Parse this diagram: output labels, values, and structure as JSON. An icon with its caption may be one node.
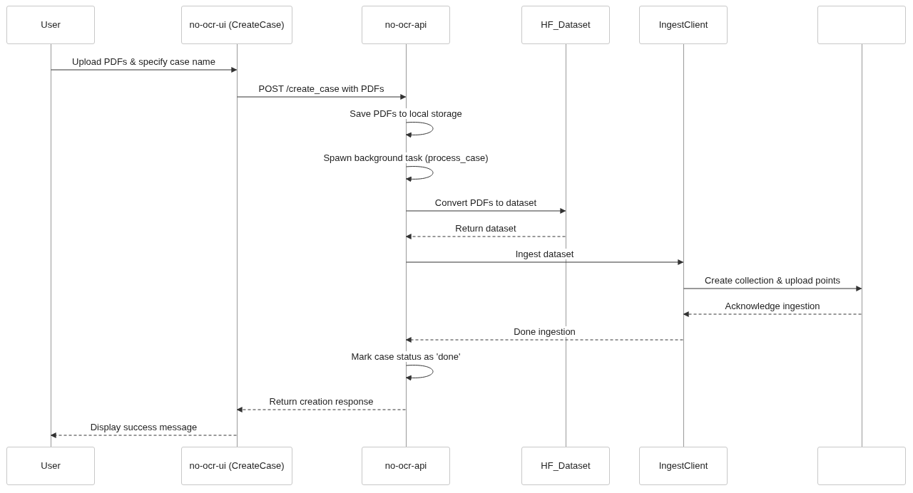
{
  "diagram": {
    "nodes": [
      {
        "text": [
          "User"
        ]
      },
      {
        "text": [
          "no-ocr-ui (CreateCase)"
        ]
      },
      {
        "text": [
          "no-ocr-api"
        ]
      },
      {
        "text": [
          "HF_Dataset"
        ]
      },
      {
        "text": [
          "IngestClient"
        ]
      },
      {
        "text": [],
        "shape": "box"
      },
      {
        "text": [],
        "shape": "bar"
      },
      {
        "text": [],
        "shape": "bar"
      },
      {
        "text": [],
        "shape": "bar"
      },
      {
        "text": [],
        "shape": "bar"
      },
      {
        "text": [],
        "shape": "bar"
      },
      {
        "text": [],
        "shape": "bar"
      },
      {
        "text": [
          "User"
        ]
      },
      {
        "text": [
          "no-ocr-ui (CreateCase)"
        ]
      },
      {
        "text": [
          "no-ocr-api"
        ]
      },
      {
        "text": [
          "HF_Dataset"
        ]
      },
      {
        "text": [
          "IngestClient"
        ]
      },
      {
        "text": [],
        "shape": "box"
      }
    ],
    "edges": [
      {
        "from": 6,
        "to": 7,
        "arrow": "to",
        "label": "Upload PDFs & specify case name"
      },
      {
        "from": 7,
        "to": 8,
        "arrow": "to",
        "label": "POST /create_case with PDFs"
      },
      {
        "from": 8,
        "to": 8,
        "arrow": "to",
        "label": "Save PDFs to local storage"
      },
      {
        "from": 8,
        "to": 8,
        "arrow": "to",
        "label": "Spawn background task (process_case)"
      },
      {
        "from": 8,
        "to": 9,
        "arrow": "to",
        "label": "Convert PDFs to dataset"
      },
      {
        "from": 9,
        "to": 8,
        "arrow": "to",
        "label": "Return dataset",
        "style": "dashed"
      },
      {
        "from": 8,
        "to": 10,
        "arrow": "to",
        "label": "Ingest dataset"
      },
      {
        "from": 10,
        "to": 11,
        "arrow": "to",
        "label": "Create collection & upload points"
      },
      {
        "from": 11,
        "to": 10,
        "arrow": "to",
        "label": "Acknowledge ingestion",
        "style": "dashed"
      },
      {
        "from": 10,
        "to": 8,
        "arrow": "to",
        "label": "Done ingestion",
        "style": "dashed"
      },
      {
        "from": 8,
        "to": 8,
        "arrow": "to",
        "label": "Mark case status as 'done'"
      },
      {
        "from": 8,
        "to": 7,
        "arrow": "to",
        "label": "Return creation response",
        "style": "dashed"
      },
      {
        "from": 7,
        "to": 6,
        "arrow": "to",
        "label": "Display success message",
        "style": "dashed"
      }
    ]
  }
}
